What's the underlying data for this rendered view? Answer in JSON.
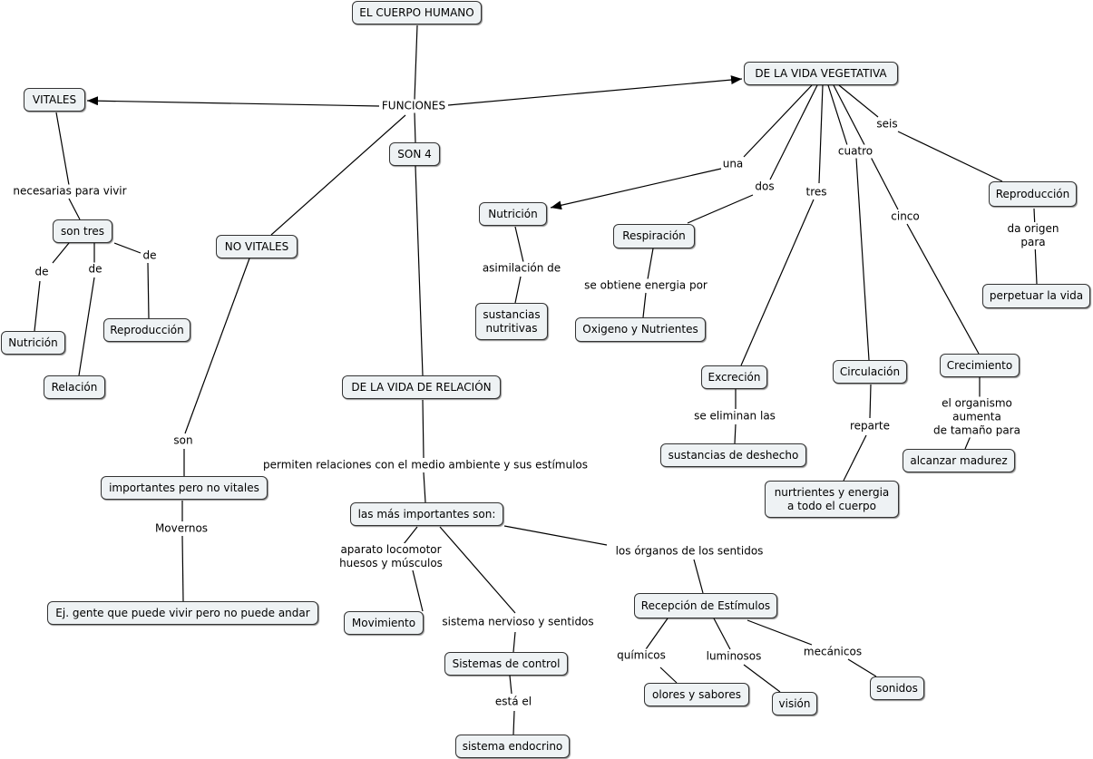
{
  "colors": {
    "node_fill": "#eef2f4",
    "node_border": "#333333",
    "line": "#000000",
    "background": "#ffffff"
  },
  "nodes": {
    "cuerpo": "EL CUERPO HUMANO",
    "vitales": "VITALES",
    "vida_vegetativa": "DE LA VIDA VEGETATIVA",
    "son4": "SON 4",
    "no_vitales": "NO VITALES",
    "son_tres": "son tres",
    "nutricion_left": "Nutrición",
    "relacion": "Relación",
    "reproduccion_left": "Reproducción",
    "importantes": "importantes pero no vitales",
    "ej_gente": "Ej. gente que puede vivir pero no puede andar",
    "vida_relacion": "DE LA VIDA DE RELACIÓN",
    "mas_importantes": "las más importantes son:",
    "movimiento": "Movimiento",
    "sistemas_control": "Sistemas de control",
    "sistema_endocrino": "sistema endocrino",
    "recepcion": "Recepción de Estímulos",
    "olores": "olores y sabores",
    "vision": "visión",
    "sonidos": "sonidos",
    "nutricion_right": "Nutrición",
    "sustancias_nutritivas": "sustancias\nnutritivas",
    "respiracion": "Respiración",
    "oxigeno": "Oxigeno y Nutrientes",
    "excrecion": "Excreción",
    "sustancias_deshecho": "sustancias de deshecho",
    "circulacion": "Circulación",
    "nutrientes_energia": "nurtrientes y energia\na todo el cuerpo",
    "crecimiento": "Crecimiento",
    "alcanzar_madurez": "alcanzar madurez",
    "reproduccion_right": "Reproducción",
    "perpetuar": "perpetuar la vida"
  },
  "labels": {
    "funciones": "FUNCIONES",
    "necesarias": "necesarias para vivir",
    "de1": "de",
    "de2": "de",
    "de3": "de",
    "son": "son",
    "movernos": "Movernos",
    "permiten": "permiten relaciones con el medio ambiente y sus estímulos",
    "aparato": "aparato locomotor\nhuesos y músculos",
    "sistema_nervioso": "sistema nervioso y sentidos",
    "esta_el": "está el",
    "organos": "los órganos de los sentidos",
    "quimicos": "químicos",
    "luminosos": "luminosos",
    "mecanicos": "mecánicos",
    "una": "una",
    "dos": "dos",
    "tres": "tres",
    "cuatro": "cuatro",
    "cinco": "cinco",
    "seis": "seis",
    "asimilacion": "asimilación de",
    "se_obtiene": "se obtiene energia por",
    "se_eliminan": "se eliminan las",
    "reparte": "reparte",
    "organismo": "el organismo aumenta\nde tamaño para",
    "da_origen": "da origen para"
  }
}
